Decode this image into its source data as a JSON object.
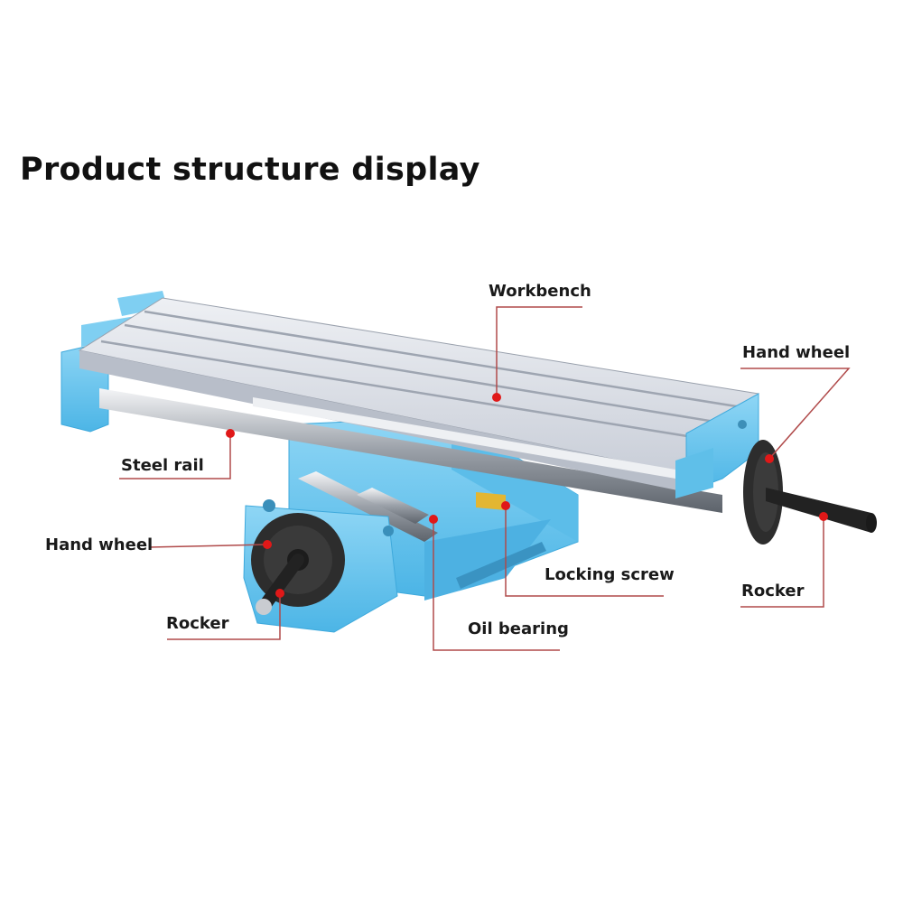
{
  "title": "Product structure display",
  "callouts": {
    "workbench": "Workbench",
    "hand_wheel_right": "Hand wheel",
    "steel_rail": "Steel rail",
    "hand_wheel_left": "Hand wheel",
    "locking_screw": "Locking screw",
    "rocker_right": "Rocker",
    "rocker_left": "Rocker",
    "oil_bearing": "Oil bearing"
  },
  "colors": {
    "body": "#6cc6ef",
    "body_dark": "#3ea9dc",
    "rail": "#d9dde4",
    "rail_dark": "#aeb4bf",
    "knob": "#2a2a2a",
    "leader": "#b04a4a",
    "dot": "#e01818"
  }
}
